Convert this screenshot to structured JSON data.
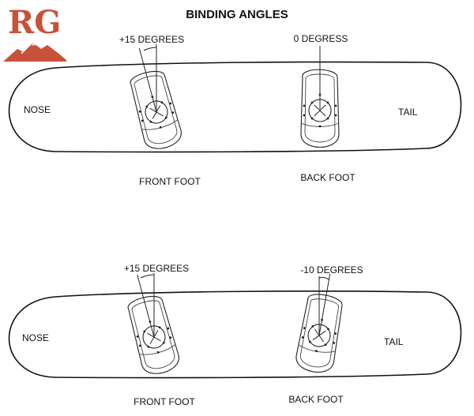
{
  "title": "BINDING ANGLES",
  "logo": {
    "text": "RG",
    "color": "#c8513a"
  },
  "boards": [
    {
      "nose_label": "NOSE",
      "tail_label": "TAIL",
      "front": {
        "label": "FRONT FOOT",
        "angle_label": "+15 DEGREES",
        "angle": 15
      },
      "back": {
        "label": "BACK FOOT",
        "angle_label": "0 DEGRESS",
        "angle": 0
      }
    },
    {
      "nose_label": "NOSE",
      "tail_label": "TAIL",
      "front": {
        "label": "FRONT FOOT",
        "angle_label": "+15 DEGREES",
        "angle": 15
      },
      "back": {
        "label": "BACK FOOT",
        "angle_label": "-10 DEGREES",
        "angle": -10
      }
    }
  ]
}
